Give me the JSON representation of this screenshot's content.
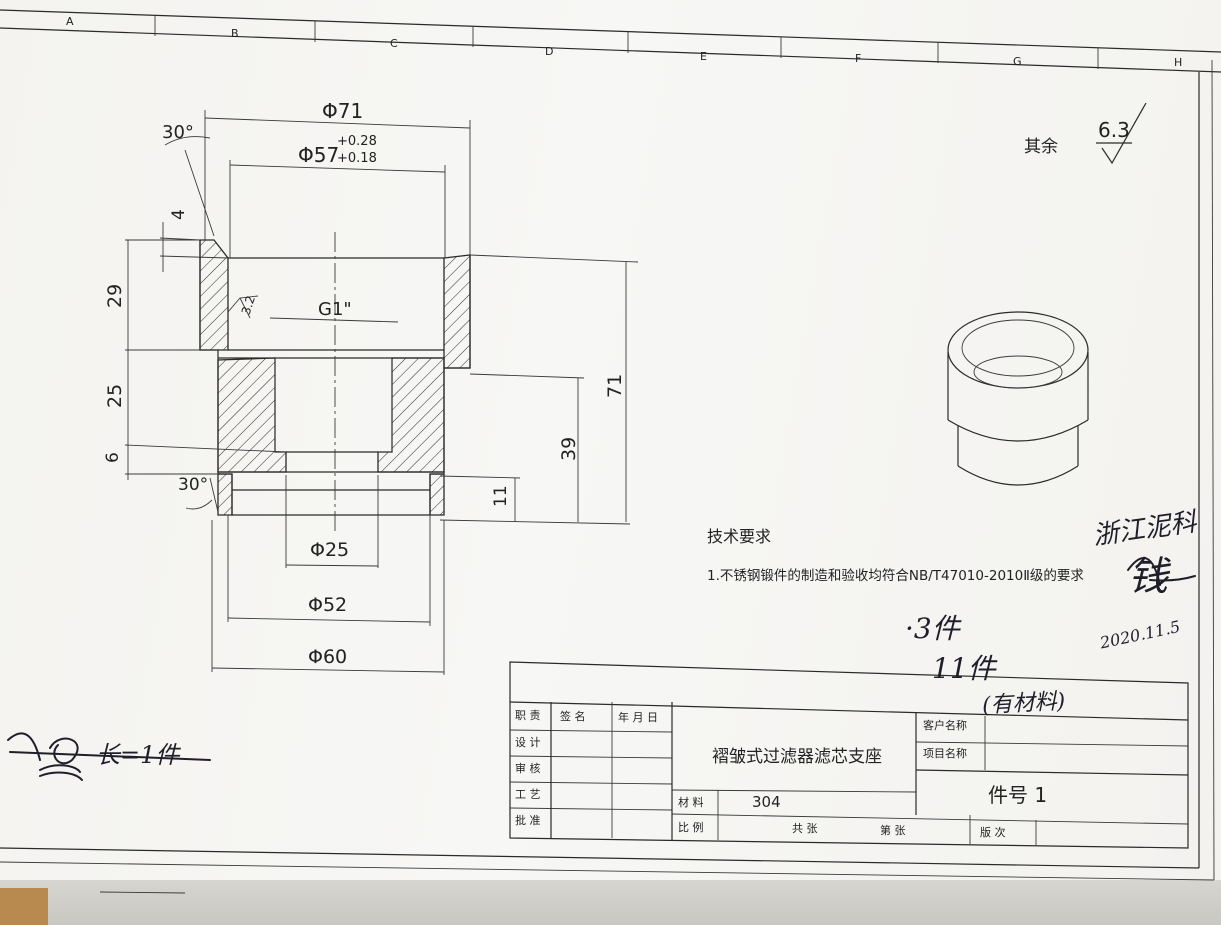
{
  "sheet": {
    "zones": [
      "A",
      "B",
      "C",
      "D",
      "E",
      "F",
      "G",
      "H"
    ]
  },
  "dimensions": {
    "d71": "Φ71",
    "d57": "Φ57",
    "d57_upper_tol": "+0.28",
    "d57_lower_tol": "+0.18",
    "d25": "Φ25",
    "d52": "Φ52",
    "d60": "Φ60",
    "thread": "G1\"",
    "angle_top": "30°",
    "angle_bottom": "30°",
    "h4": "4",
    "h29": "29",
    "h25": "25",
    "h6": "6",
    "h11": "11",
    "h39": "39",
    "h71": "71",
    "surface_inner": "3.2"
  },
  "roughness": {
    "label": "其余",
    "value": "6.3"
  },
  "technical_requirements": {
    "title": "技术要求",
    "item1": "1.不锈钢锻件的制造和验收均符合NB/T47010-2010Ⅱ级的要求"
  },
  "title_block": {
    "col_role": "职 责",
    "col_sign": "签 名",
    "col_date": "年 月 日",
    "row_design": "设 计",
    "row_review": "审 核",
    "row_process": "工 艺",
    "row_approve": "批 准",
    "part_name": "褶皱式过滤器滤芯支座",
    "customer_label": "客户名称",
    "project_label": "项目名称",
    "material_label": "材 料",
    "material_value": "304",
    "scale_label": "比 例",
    "total_sheets": "共   张",
    "sheet_no": "第   张",
    "revision": "版 次",
    "part_number": "件号 1"
  },
  "handwriting": {
    "company": "浙江泥科",
    "signature": "钱",
    "date": "2020.11.5",
    "note1": "·3件",
    "note2": "11件",
    "note3": "(有材料)",
    "left_note": "长=1件"
  }
}
